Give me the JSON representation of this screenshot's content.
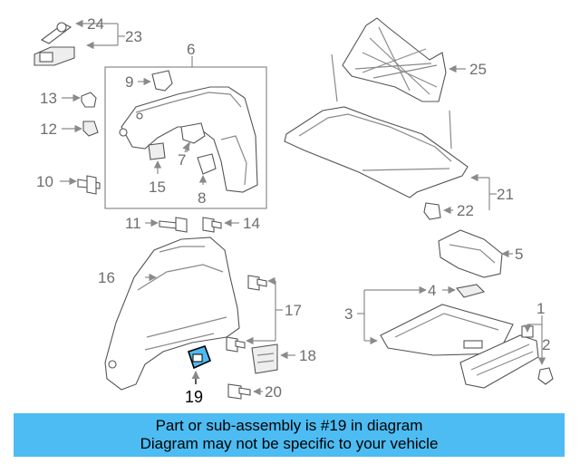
{
  "callouts": {
    "c1": "1",
    "c2": "2",
    "c3": "3",
    "c4": "4",
    "c5": "5",
    "c6": "6",
    "c7": "7",
    "c8": "8",
    "c9": "9",
    "c10": "10",
    "c11": "11",
    "c12": "12",
    "c13": "13",
    "c14": "14",
    "c15": "15",
    "c16": "16",
    "c17": "17",
    "c18": "18",
    "c19": "19",
    "c20": "20",
    "c21": "21",
    "c22": "22",
    "c23": "23",
    "c24": "24",
    "c25": "25"
  },
  "highlight": {
    "part": "19",
    "color": "#4dbcf2"
  },
  "banner": {
    "line1": "Part or sub-assembly is #19 in diagram",
    "line2": "Diagram may not be specific to your vehicle",
    "background": "#4dbcf2"
  }
}
